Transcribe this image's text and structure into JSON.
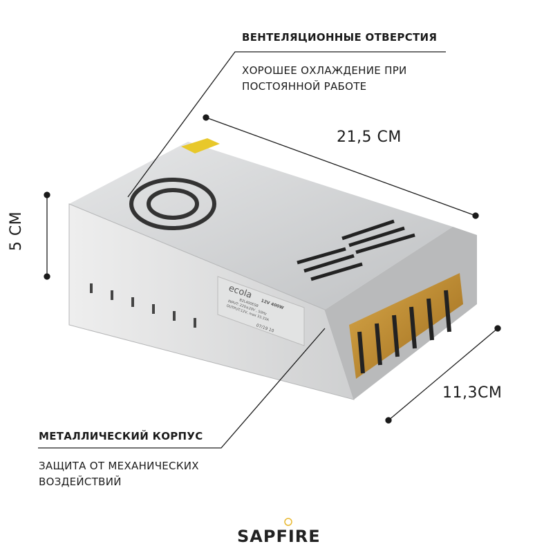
{
  "callout_top": {
    "title": "ВЕНТЕЛЯЦИОННЫЕ ОТВЕРСТИЯ",
    "line1": "ХОРОШЕЕ ОХЛАЖДЕНИЕ ПРИ",
    "line2": "ПОСТОЯННОЙ РАБОТЕ"
  },
  "callout_bottom": {
    "title": "МЕТАЛЛИЧЕСКИЙ КОРПУС",
    "line1": "ЗАЩИТА ОТ МЕХАНИЧЕСКИХ",
    "line2": "ВОЗДЕЙСТВИЙ"
  },
  "dimensions": {
    "length": "21,5 СМ",
    "height": "5 СМ",
    "width": "11,3СМ"
  },
  "product_label": {
    "brand": "ecola",
    "rating": "12V 400W",
    "model": "B2L400ESB",
    "input": "INPUT: 220±20V , 50Hz",
    "output": "OUTPUT:12V, max 33.33A",
    "date": "07/19 10"
  },
  "logo": {
    "text": "SAPFIRE"
  },
  "colors": {
    "metal": "#c9cbcd",
    "terminal": "#c8932e",
    "text": "#1a1a1a"
  }
}
